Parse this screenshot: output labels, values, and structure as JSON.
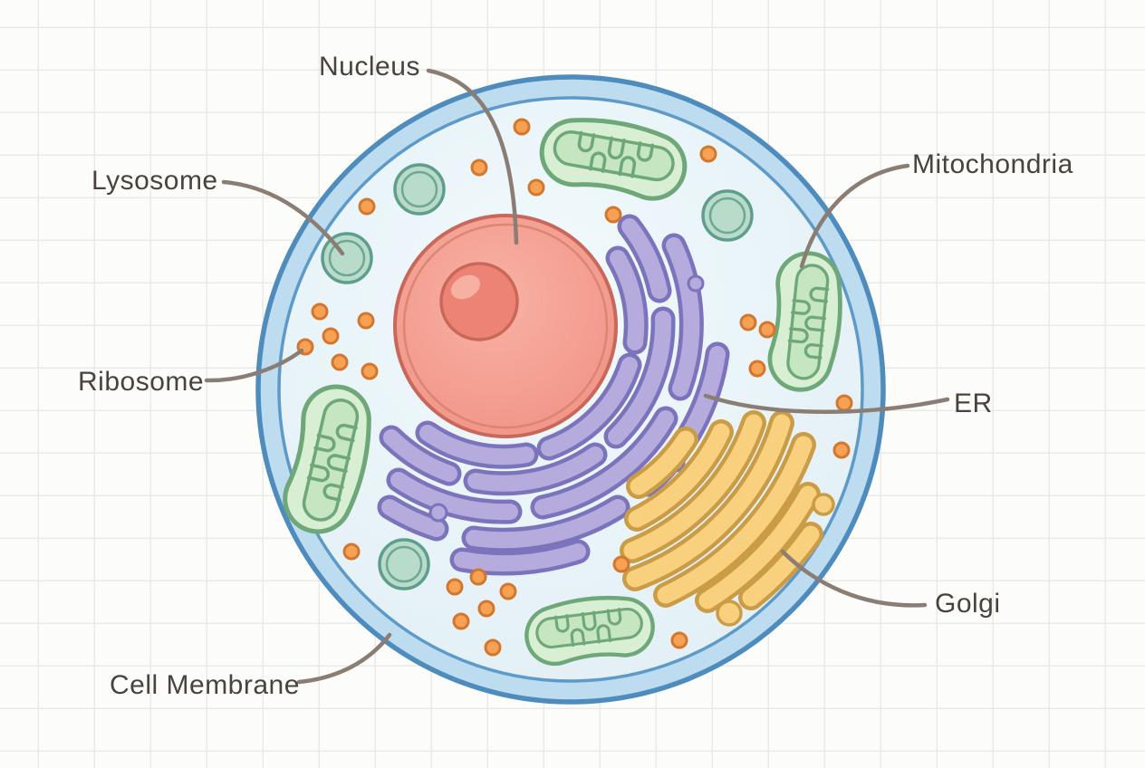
{
  "labels": {
    "nucleus": "Nucleus",
    "lysosome": "Lysosome",
    "ribosome": "Ribosome",
    "cell_membrane": "Cell Membrane",
    "mitochondria": "Mitochondria",
    "er": "ER",
    "golgi": "Golgi"
  },
  "colors": {
    "background": "#fcfcfa",
    "grid_line": "#e9e9e6",
    "label_text": "#4a433d",
    "leader_line": "#8a7e74",
    "membrane_stroke": "#4d8cbc",
    "membrane_band": "#bedcf0",
    "cytoplasm": "#e9f4f8",
    "nucleus_fill": "#f4a092",
    "nucleus_stroke": "#c9685a",
    "nucleolus_fill": "#ec8375",
    "mitochondria_fill": "#d8efd3",
    "mitochondria_stroke": "#6fa878",
    "er_fill": "#b5abdc",
    "er_stroke": "#7b74bd",
    "golgi_fill": "#f8d07e",
    "golgi_stroke": "#cb9c46",
    "lysosome_fill": "#b9dcca",
    "lysosome_stroke": "#5f9e8c",
    "ribosome_fill": "#f6a153",
    "ribosome_stroke": "#d3772e"
  }
}
